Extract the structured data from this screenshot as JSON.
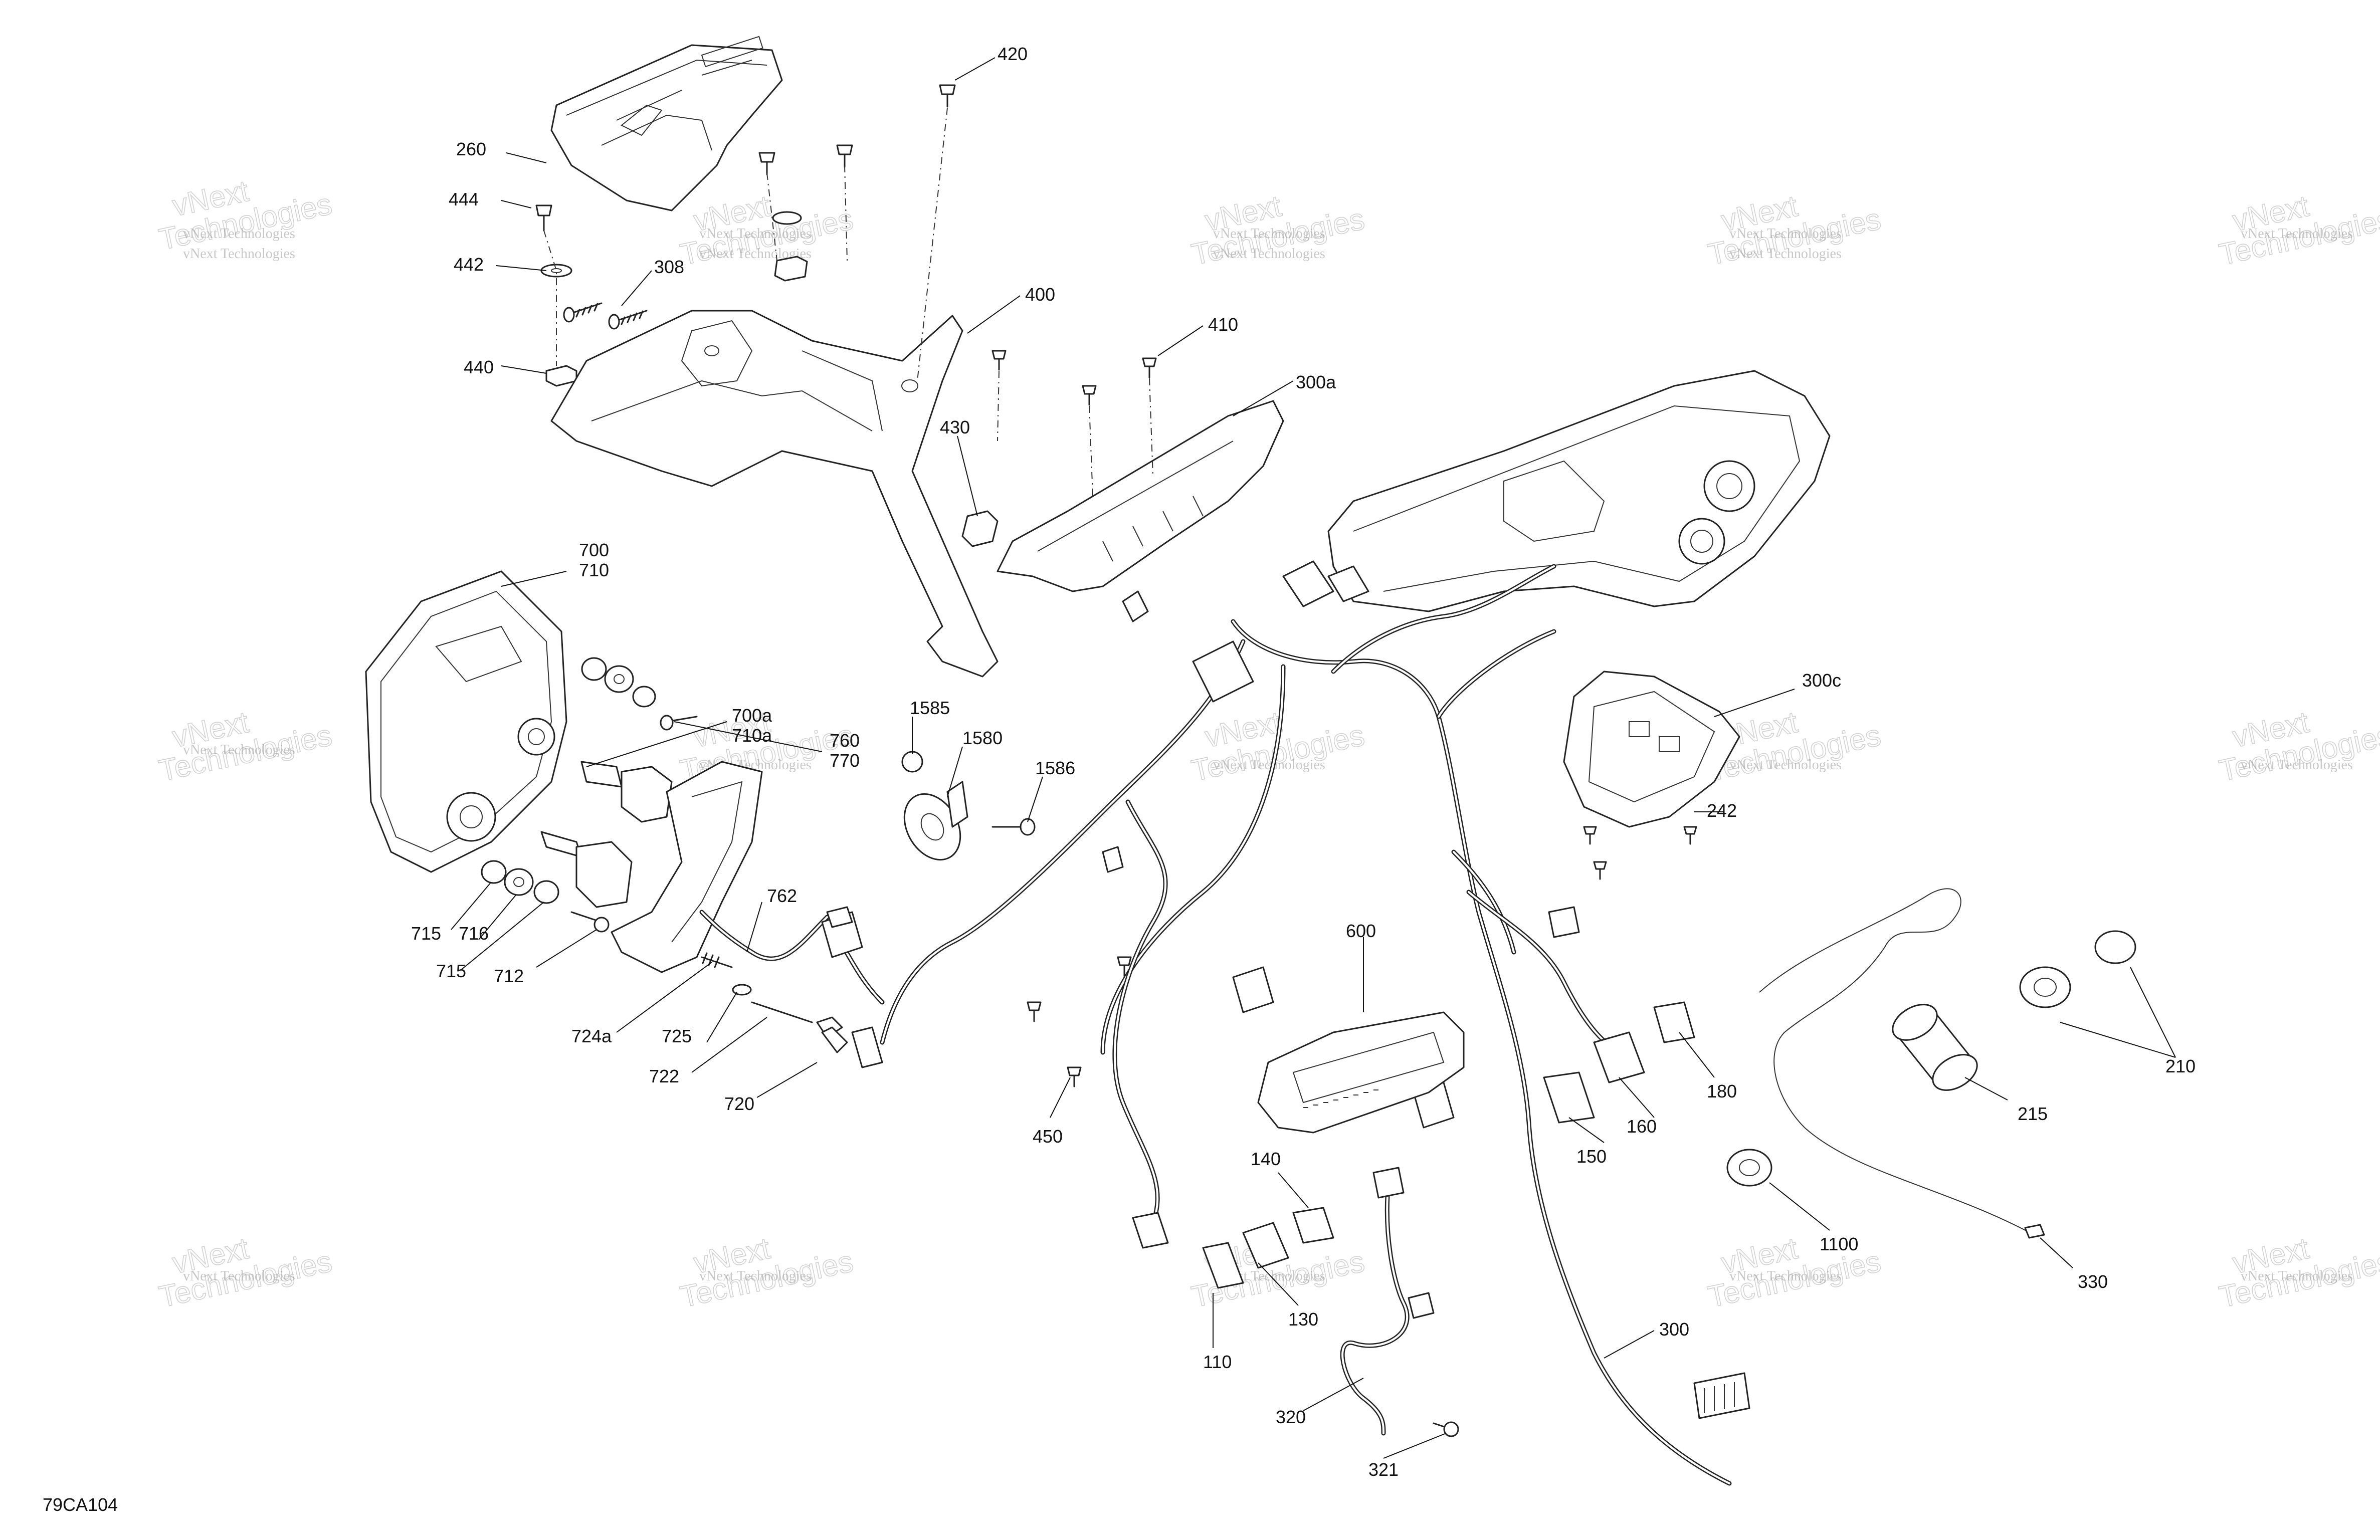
{
  "diagram_code": "79CA104",
  "watermark_line1": "vNext Technologies",
  "watermark_line2_large": "vNext",
  "watermark_line3_large": "Technologies",
  "callouts": [
    "420",
    "260",
    "444",
    "442",
    "308",
    "400",
    "410",
    "440",
    "300a",
    "430",
    "700",
    "710",
    "700a",
    "710a",
    "760",
    "770",
    "1585",
    "1580",
    "1586",
    "300c",
    "242",
    "762",
    "715",
    "716",
    "715",
    "712",
    "724a",
    "725",
    "722",
    "720",
    "600",
    "450",
    "180",
    "160",
    "150",
    "210",
    "215",
    "140",
    "1100",
    "330",
    "130",
    "110",
    "300",
    "320",
    "321"
  ]
}
